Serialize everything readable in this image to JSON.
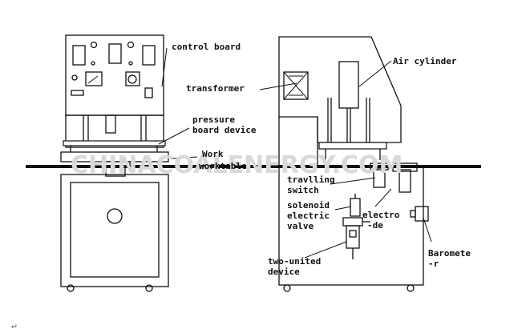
{
  "watermark": "CHINACOALENERGY.COM",
  "labels": {
    "control_board": "control board",
    "transformer": "transformer",
    "pressure_board_1": "pressure",
    "pressure_board_2": "board device",
    "work_table_1": "Work",
    "work_table_2": "worktable",
    "air_cylinder": "Air cylinder",
    "travelling_switch_1": "travlling",
    "travelling_switch_2": "switch",
    "solenoid_1": "solenoid",
    "solenoid_2": "electric",
    "solenoid_3": "valve",
    "electrode_1": "electro",
    "electrode_2": "-de",
    "barometer_1": "Baromete",
    "barometer_2": "-r",
    "two_united_1": "two-united",
    "two_united_2": "device"
  },
  "footer_mark": "↵"
}
